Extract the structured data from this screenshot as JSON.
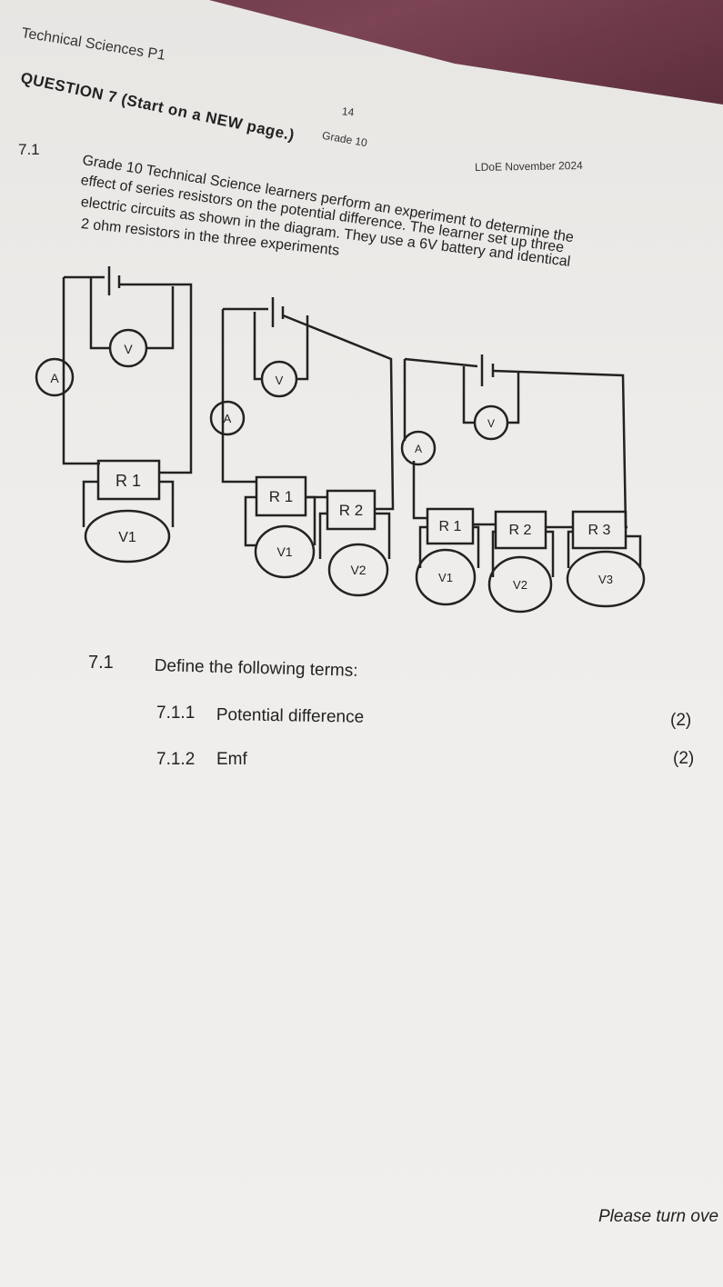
{
  "header": {
    "subject": "Technical Sciences P1",
    "page_number": "14",
    "grade": "Grade 10",
    "exam": "LDoE November 2024"
  },
  "question": {
    "heading": "QUESTION 7 (Start on a NEW page.)",
    "number": "7.1",
    "intro_lines": [
      "Grade 10 Technical Science learners perform an experiment to determine the",
      "effect of series resistors on the potential difference. The learner set up three",
      "electric circuits as shown in the diagram. They use a 6V battery and identical",
      "2 ohm resistors in the three experiments"
    ]
  },
  "diagram": {
    "ammeter_label": "A",
    "voltmeter_label": "V",
    "circuit1": {
      "resistors": [
        "R 1"
      ],
      "voltmeters": [
        "V1"
      ]
    },
    "circuit2": {
      "resistors": [
        "R 1",
        "R 2"
      ],
      "voltmeters": [
        "V1",
        "V2"
      ]
    },
    "circuit3": {
      "resistors": [
        "R 1",
        "R 2",
        "R 3"
      ],
      "voltmeters": [
        "V1",
        "V2",
        "V3"
      ]
    }
  },
  "subquestion": {
    "number": "7.1",
    "text": "Define the following terms:",
    "items": [
      {
        "number": "7.1.1",
        "text": "Potential difference",
        "marks": "(2)"
      },
      {
        "number": "7.1.2",
        "text": "Emf",
        "marks": "(2)"
      }
    ]
  },
  "footer": "Please turn ove"
}
